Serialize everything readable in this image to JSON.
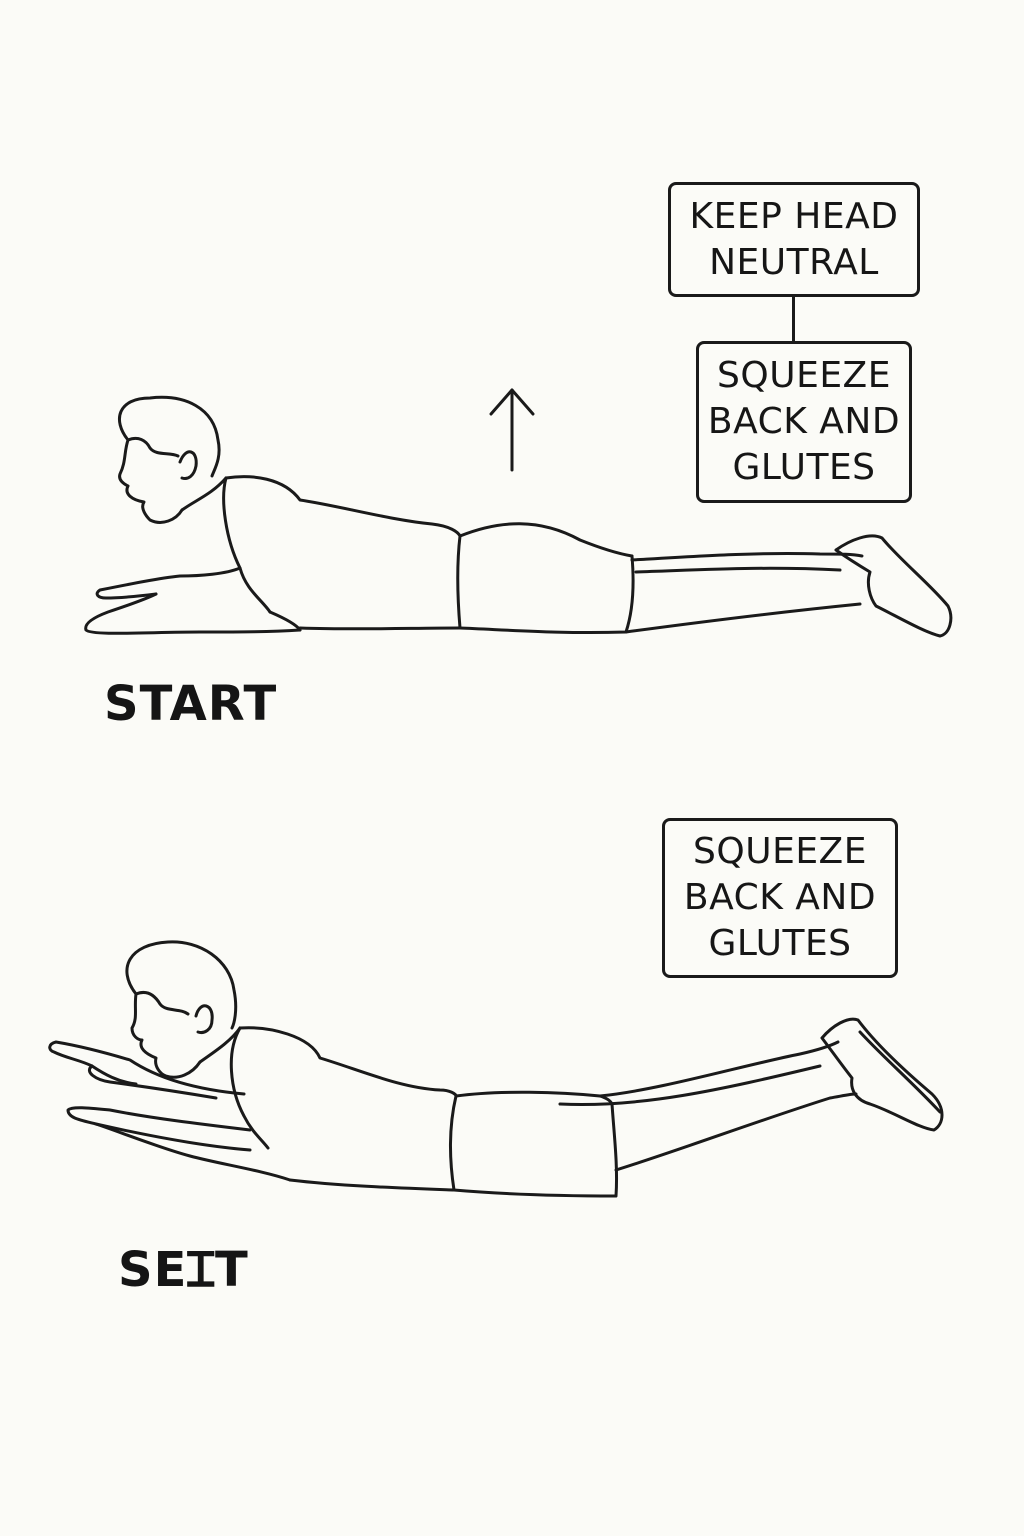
{
  "panels": [
    {
      "stage_label": "START",
      "callouts": [
        "KEEP HEAD\nNEUTRAL",
        "SQUEEZE\nBACK AND\nGLUTES"
      ]
    },
    {
      "stage_label": "SEꞮT",
      "callouts": [
        "SQUEEZE\nBACK AND\nGLUTES"
      ]
    }
  ],
  "colors": {
    "background": "#fbfbf7",
    "line": "#1a1a1a"
  },
  "icons": [
    "up-arrow-icon"
  ]
}
